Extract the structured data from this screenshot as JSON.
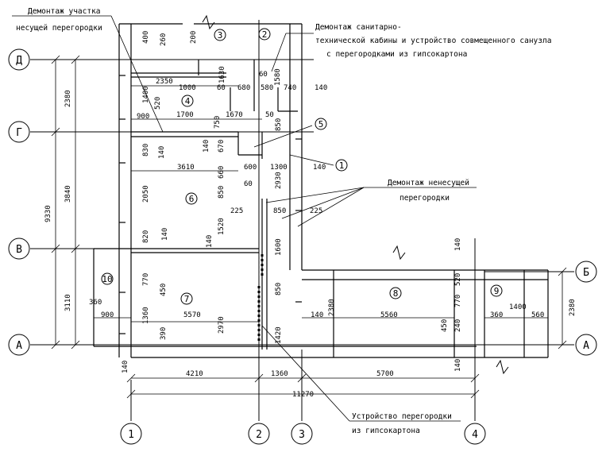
{
  "notes": {
    "n1_line1": "Демонтаж участка",
    "n1_line2": "несущей перегородки",
    "n2_line1": "Демонтаж санитарно-",
    "n2_line2": "технической кабины и устройство совмещенного санузла",
    "n2_line3": "с перегородками из гипсокартона",
    "n3_line1": "Демонтаж ненесущей",
    "n3_line2": "перегородки",
    "n4_line1": "Устройство перегородки",
    "n4_line2": "из гипсокартона"
  },
  "axes": {
    "a1": "1",
    "a2": "2",
    "a3": "3",
    "a4": "4",
    "d": "Д",
    "g": "Г",
    "v": "В",
    "a_left": "А",
    "b_right": "Б",
    "a_right": "А"
  },
  "rooms": {
    "r1": "1",
    "r2": "2",
    "r3": "3",
    "r4": "4",
    "r5": "5",
    "r6": "6",
    "r7": "7",
    "r8": "8",
    "r9": "9",
    "r10": "10"
  },
  "dims": {
    "d400": "400",
    "d260": "260",
    "d200": "200",
    "d2350": "2350",
    "d1000": "1000",
    "d1630": "1630",
    "d60a": "60",
    "d680": "680",
    "d580a": "580",
    "d740": "740",
    "d1580": "1580",
    "d60b": "60",
    "d140a": "140",
    "d1400a": "1400",
    "d520a": "520",
    "d900a": "900",
    "d1700": "1700",
    "d750": "750",
    "d1670": "1670",
    "d50": "50",
    "d850a": "850",
    "d830": "830",
    "d140b": "140",
    "d670": "670",
    "d140c": "140",
    "d3610": "3610",
    "d660": "660",
    "d600": "600",
    "d1300": "1300",
    "d140d": "140",
    "d60c": "60",
    "d2930": "2930",
    "d850b": "850",
    "d2050": "2050",
    "d225a": "225",
    "d850c": "850",
    "d225b": "225",
    "d820": "820",
    "d140e": "140",
    "d1520": "1520",
    "d140f": "140",
    "d1600": "1600",
    "d140g": "140",
    "d770a": "770",
    "d450a": "450",
    "d850d": "850",
    "d520b": "520",
    "d770b": "770",
    "d360a": "360",
    "d1360a": "1360",
    "d900b": "900",
    "d5570": "5570",
    "d2970": "2970",
    "d2380a": "2380",
    "d5560": "5560",
    "d1400b": "1400",
    "d560": "560",
    "d2380b": "2380",
    "d390": "390",
    "d1420": "1420",
    "d140h": "140",
    "d450b": "450",
    "d240": "240",
    "d360b": "360",
    "d140i": "140",
    "d140j": "140",
    "d4210": "4210",
    "d1360b": "1360",
    "d5700": "5700",
    "d11270": "11270",
    "d2380c": "2380",
    "d3840": "3840",
    "d9330": "9330",
    "d3110": "3110"
  }
}
